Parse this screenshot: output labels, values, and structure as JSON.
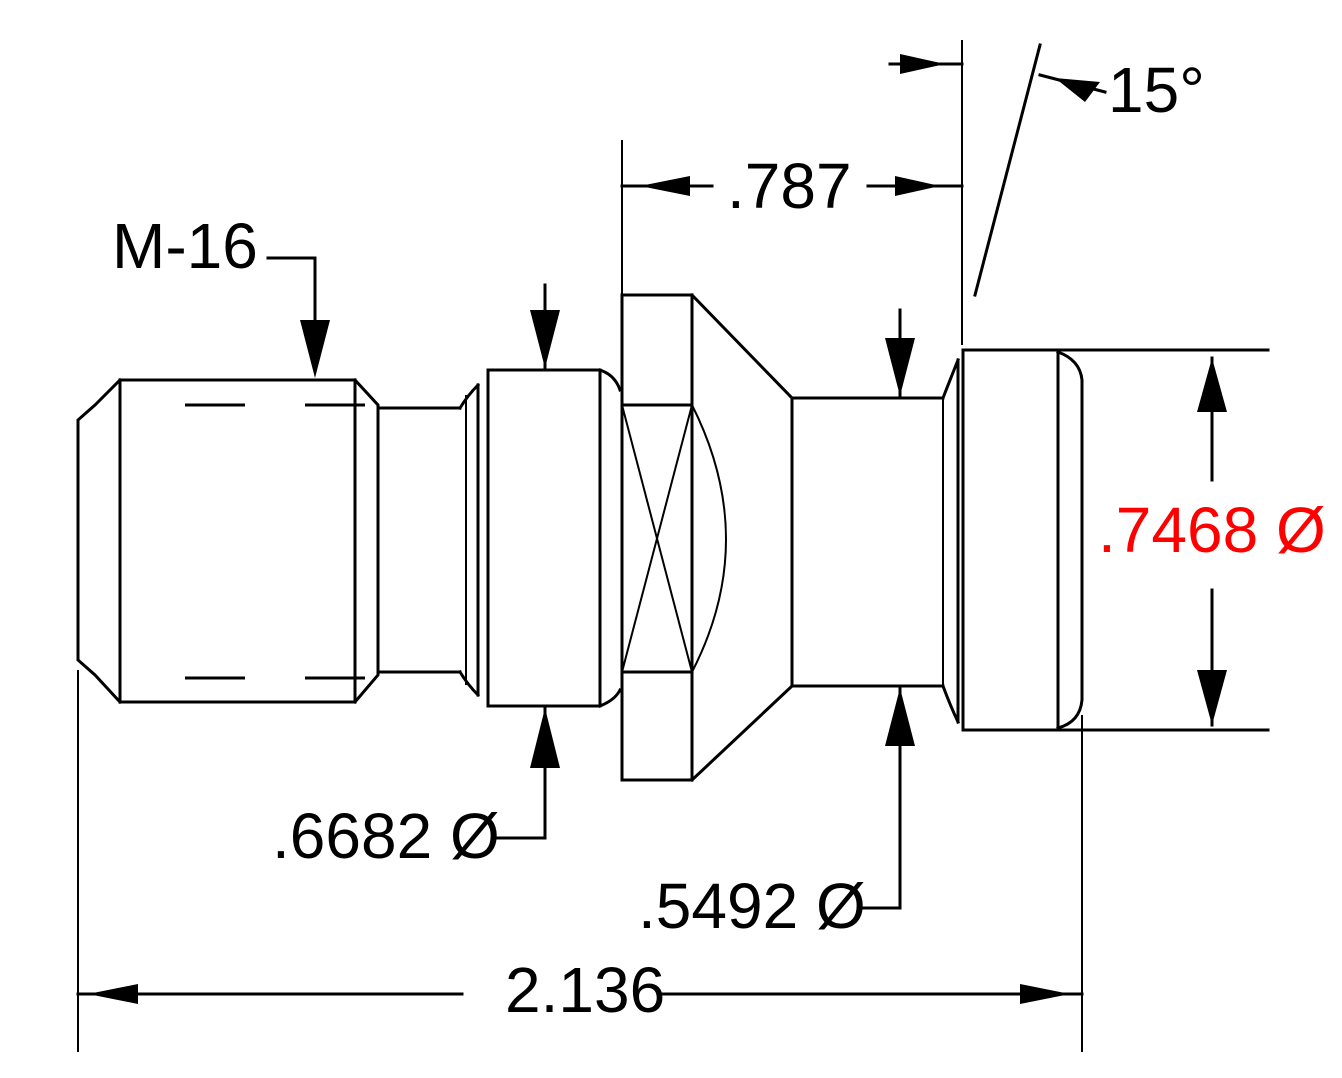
{
  "labels": {
    "thread": "M-16",
    "angle": "15°",
    "length_flange": ".787",
    "dia_collar": ".6682 Ø",
    "dia_neck": ".5492 Ø",
    "dia_body": ".7468 Ø",
    "overall_length": "2.136"
  },
  "colors": {
    "line": "#000000",
    "highlight": "#ff0000"
  }
}
